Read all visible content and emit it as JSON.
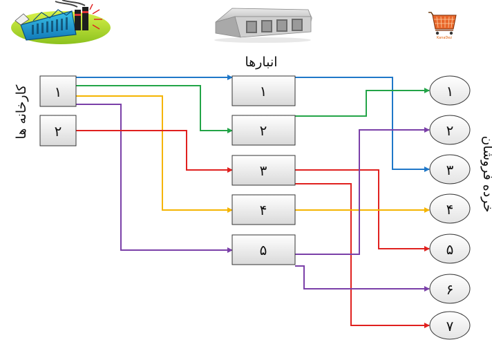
{
  "warehouse_title": "انبارها",
  "factories_title": "کارخانه ها",
  "retailers_title": "خرده فروشان",
  "cart_brand": "KanaDez",
  "factories": [
    {
      "id": "f1",
      "label": "۱"
    },
    {
      "id": "f2",
      "label": "۲"
    }
  ],
  "warehouses": [
    {
      "id": "w1",
      "label": "۱"
    },
    {
      "id": "w2",
      "label": "۲"
    },
    {
      "id": "w3",
      "label": "۳"
    },
    {
      "id": "w4",
      "label": "۴"
    },
    {
      "id": "w5",
      "label": "۵"
    }
  ],
  "retailers": [
    {
      "id": "r1",
      "label": "۱"
    },
    {
      "id": "r2",
      "label": "۲"
    },
    {
      "id": "r3",
      "label": "۳"
    },
    {
      "id": "r4",
      "label": "۴"
    },
    {
      "id": "r5",
      "label": "۵"
    },
    {
      "id": "r6",
      "label": "۶"
    },
    {
      "id": "r7",
      "label": "۷"
    }
  ],
  "colors": {
    "blue": "#1f77c8",
    "green": "#22a447",
    "orange": "#f5b400",
    "purple": "#7a3fa8",
    "red": "#e0201e",
    "box_top": "#ffffff",
    "box_bottom": "#dcdcdc"
  },
  "icons": [
    "factory-icon",
    "warehouse-building-icon",
    "shopping-cart-icon"
  ],
  "flows": [
    {
      "from": "f1",
      "to": "w1",
      "color": "blue"
    },
    {
      "from": "f1",
      "to": "w2",
      "color": "green"
    },
    {
      "from": "f1",
      "to": "w4",
      "color": "orange"
    },
    {
      "from": "f1",
      "to": "w5",
      "color": "purple"
    },
    {
      "from": "f2",
      "to": "w3",
      "color": "red"
    },
    {
      "from": "w1",
      "to": "r3",
      "color": "blue"
    },
    {
      "from": "w2",
      "to": "r1",
      "color": "green"
    },
    {
      "from": "w3",
      "to": "r5",
      "color": "red"
    },
    {
      "from": "w3",
      "to": "r7",
      "color": "red"
    },
    {
      "from": "w4",
      "to": "r4",
      "color": "orange"
    },
    {
      "from": "w5",
      "to": "r2",
      "color": "purple"
    },
    {
      "from": "w5",
      "to": "r6",
      "color": "purple"
    }
  ]
}
